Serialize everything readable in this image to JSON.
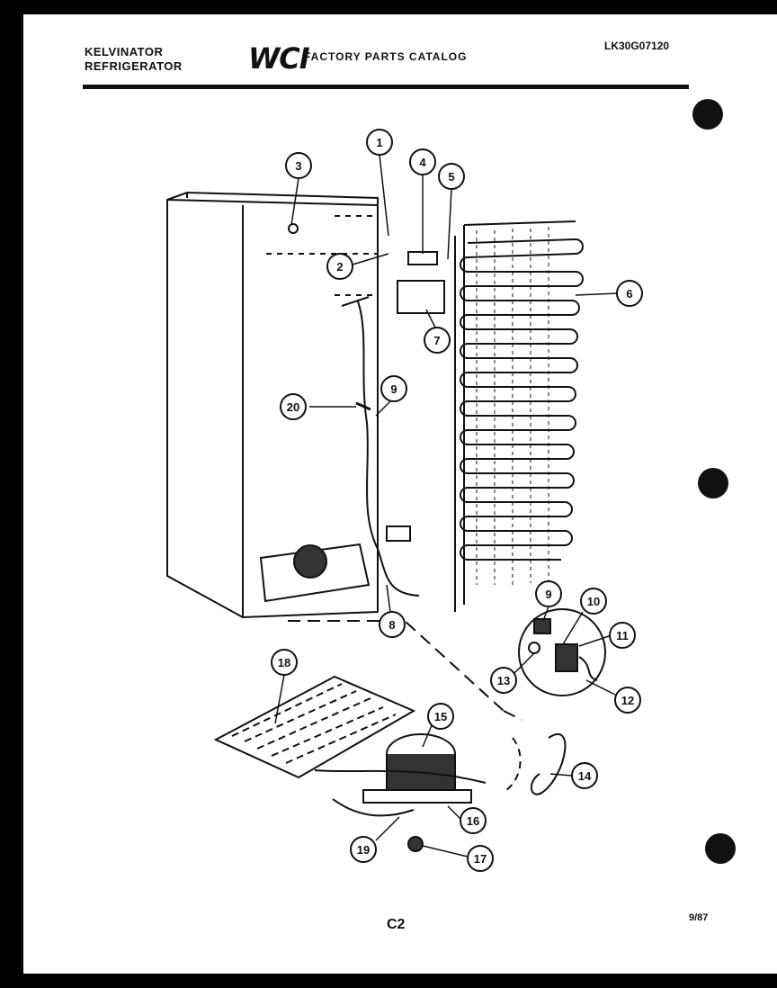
{
  "header": {
    "brand_line1": "KELVINATOR",
    "brand_line2": "REFRIGERATOR",
    "logo_text": "WCI",
    "catalog_title": "FACTORY PARTS CATALOG",
    "model_number": "LK30G07120"
  },
  "footer": {
    "page_code": "C2",
    "date": "9/87"
  },
  "callouts": [
    "1",
    "2",
    "3",
    "4",
    "5",
    "6",
    "7",
    "8",
    "9",
    "10",
    "11",
    "12",
    "13",
    "14",
    "15",
    "16",
    "17",
    "18",
    "19",
    "20",
    "9"
  ]
}
